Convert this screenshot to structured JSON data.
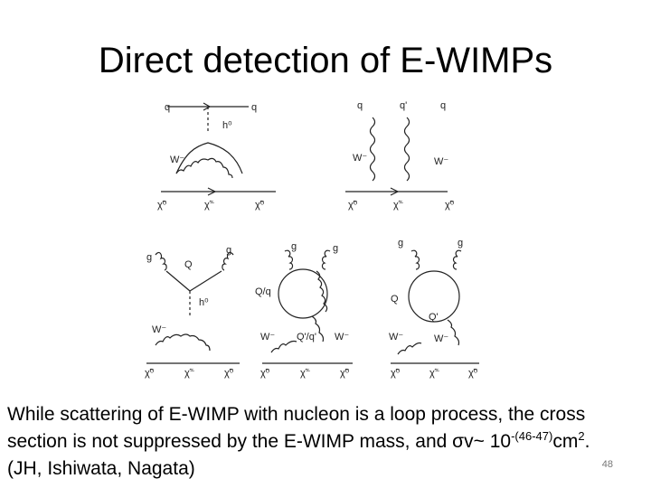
{
  "slide": {
    "title": "Direct detection of E-WIMPs",
    "caption": {
      "line1": "While scattering of E-WIMP with nucleon is a loop process, the cross",
      "line2_a": "section is not suppressed by the E-WIMP mass, and  σv~ 10",
      "line2_sup1": "-(46-47)",
      "line2_b": "cm",
      "line2_sup2": "2",
      "line2_c": ".",
      "line3": "(JH, Ishiwata, Nagata)"
    },
    "page_number": "48"
  },
  "diagrams": {
    "d1": {
      "q_in": "q",
      "q_out": "q",
      "higgs": "h⁰",
      "w_left": "W⁻",
      "chi_in": "χ̃⁰",
      "chi_mid": "χ̃⁻",
      "chi_out": "χ̃⁰"
    },
    "d2": {
      "q_in": "q",
      "q_mid": "q'",
      "q_out": "q",
      "w_left": "W⁻",
      "w_right": "W⁻",
      "chi_in": "χ̃⁰",
      "chi_mid": "χ̃⁻",
      "chi_out": "χ̃⁰"
    },
    "d3": {
      "g_left": "g",
      "g_right": "g",
      "quark": "Q",
      "higgs": "h⁰",
      "w_left": "W⁻",
      "chi_in": "χ̃⁰",
      "chi_mid": "χ̃⁻",
      "chi_out": "χ̃⁰"
    },
    "d4": {
      "g_left": "g",
      "g_right": "g",
      "loop": "Q/q",
      "loop2": "Q'/q'",
      "w_left": "W⁻",
      "w_right": "W⁻",
      "chi_in": "χ̃⁰",
      "chi_mid": "χ̃⁻",
      "chi_out": "χ̃⁰"
    },
    "d5": {
      "g_left": "g",
      "g_right": "g",
      "loop": "Q",
      "loop2": "Q'",
      "w_left": "W⁻",
      "w_right": "W⁻",
      "chi_in": "χ̃⁰",
      "chi_mid": "χ̃⁻",
      "chi_out": "χ̃⁰"
    }
  }
}
